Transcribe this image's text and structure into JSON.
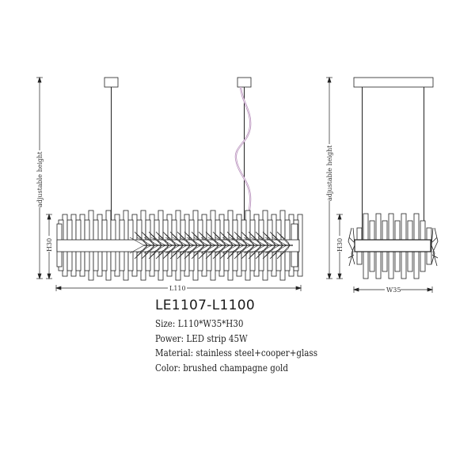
{
  "product": {
    "model": "LE1107-L1100",
    "specs": [
      {
        "label": "Size:",
        "value": "L110*W35*H30"
      },
      {
        "label": "Power:",
        "value": "LED strip 45W"
      },
      {
        "label": "Material:",
        "value": "stainless steel+cooper+glass"
      },
      {
        "label": "Color:",
        "value": "brushed champagne gold"
      }
    ]
  },
  "dimensions": {
    "adjustable_height_label": "adjustable height",
    "height_label": "H30",
    "length_label": "L110",
    "width_label": "W35"
  },
  "colors": {
    "line": "#222222",
    "cable": "#b48ab8",
    "background": "#ffffff"
  }
}
